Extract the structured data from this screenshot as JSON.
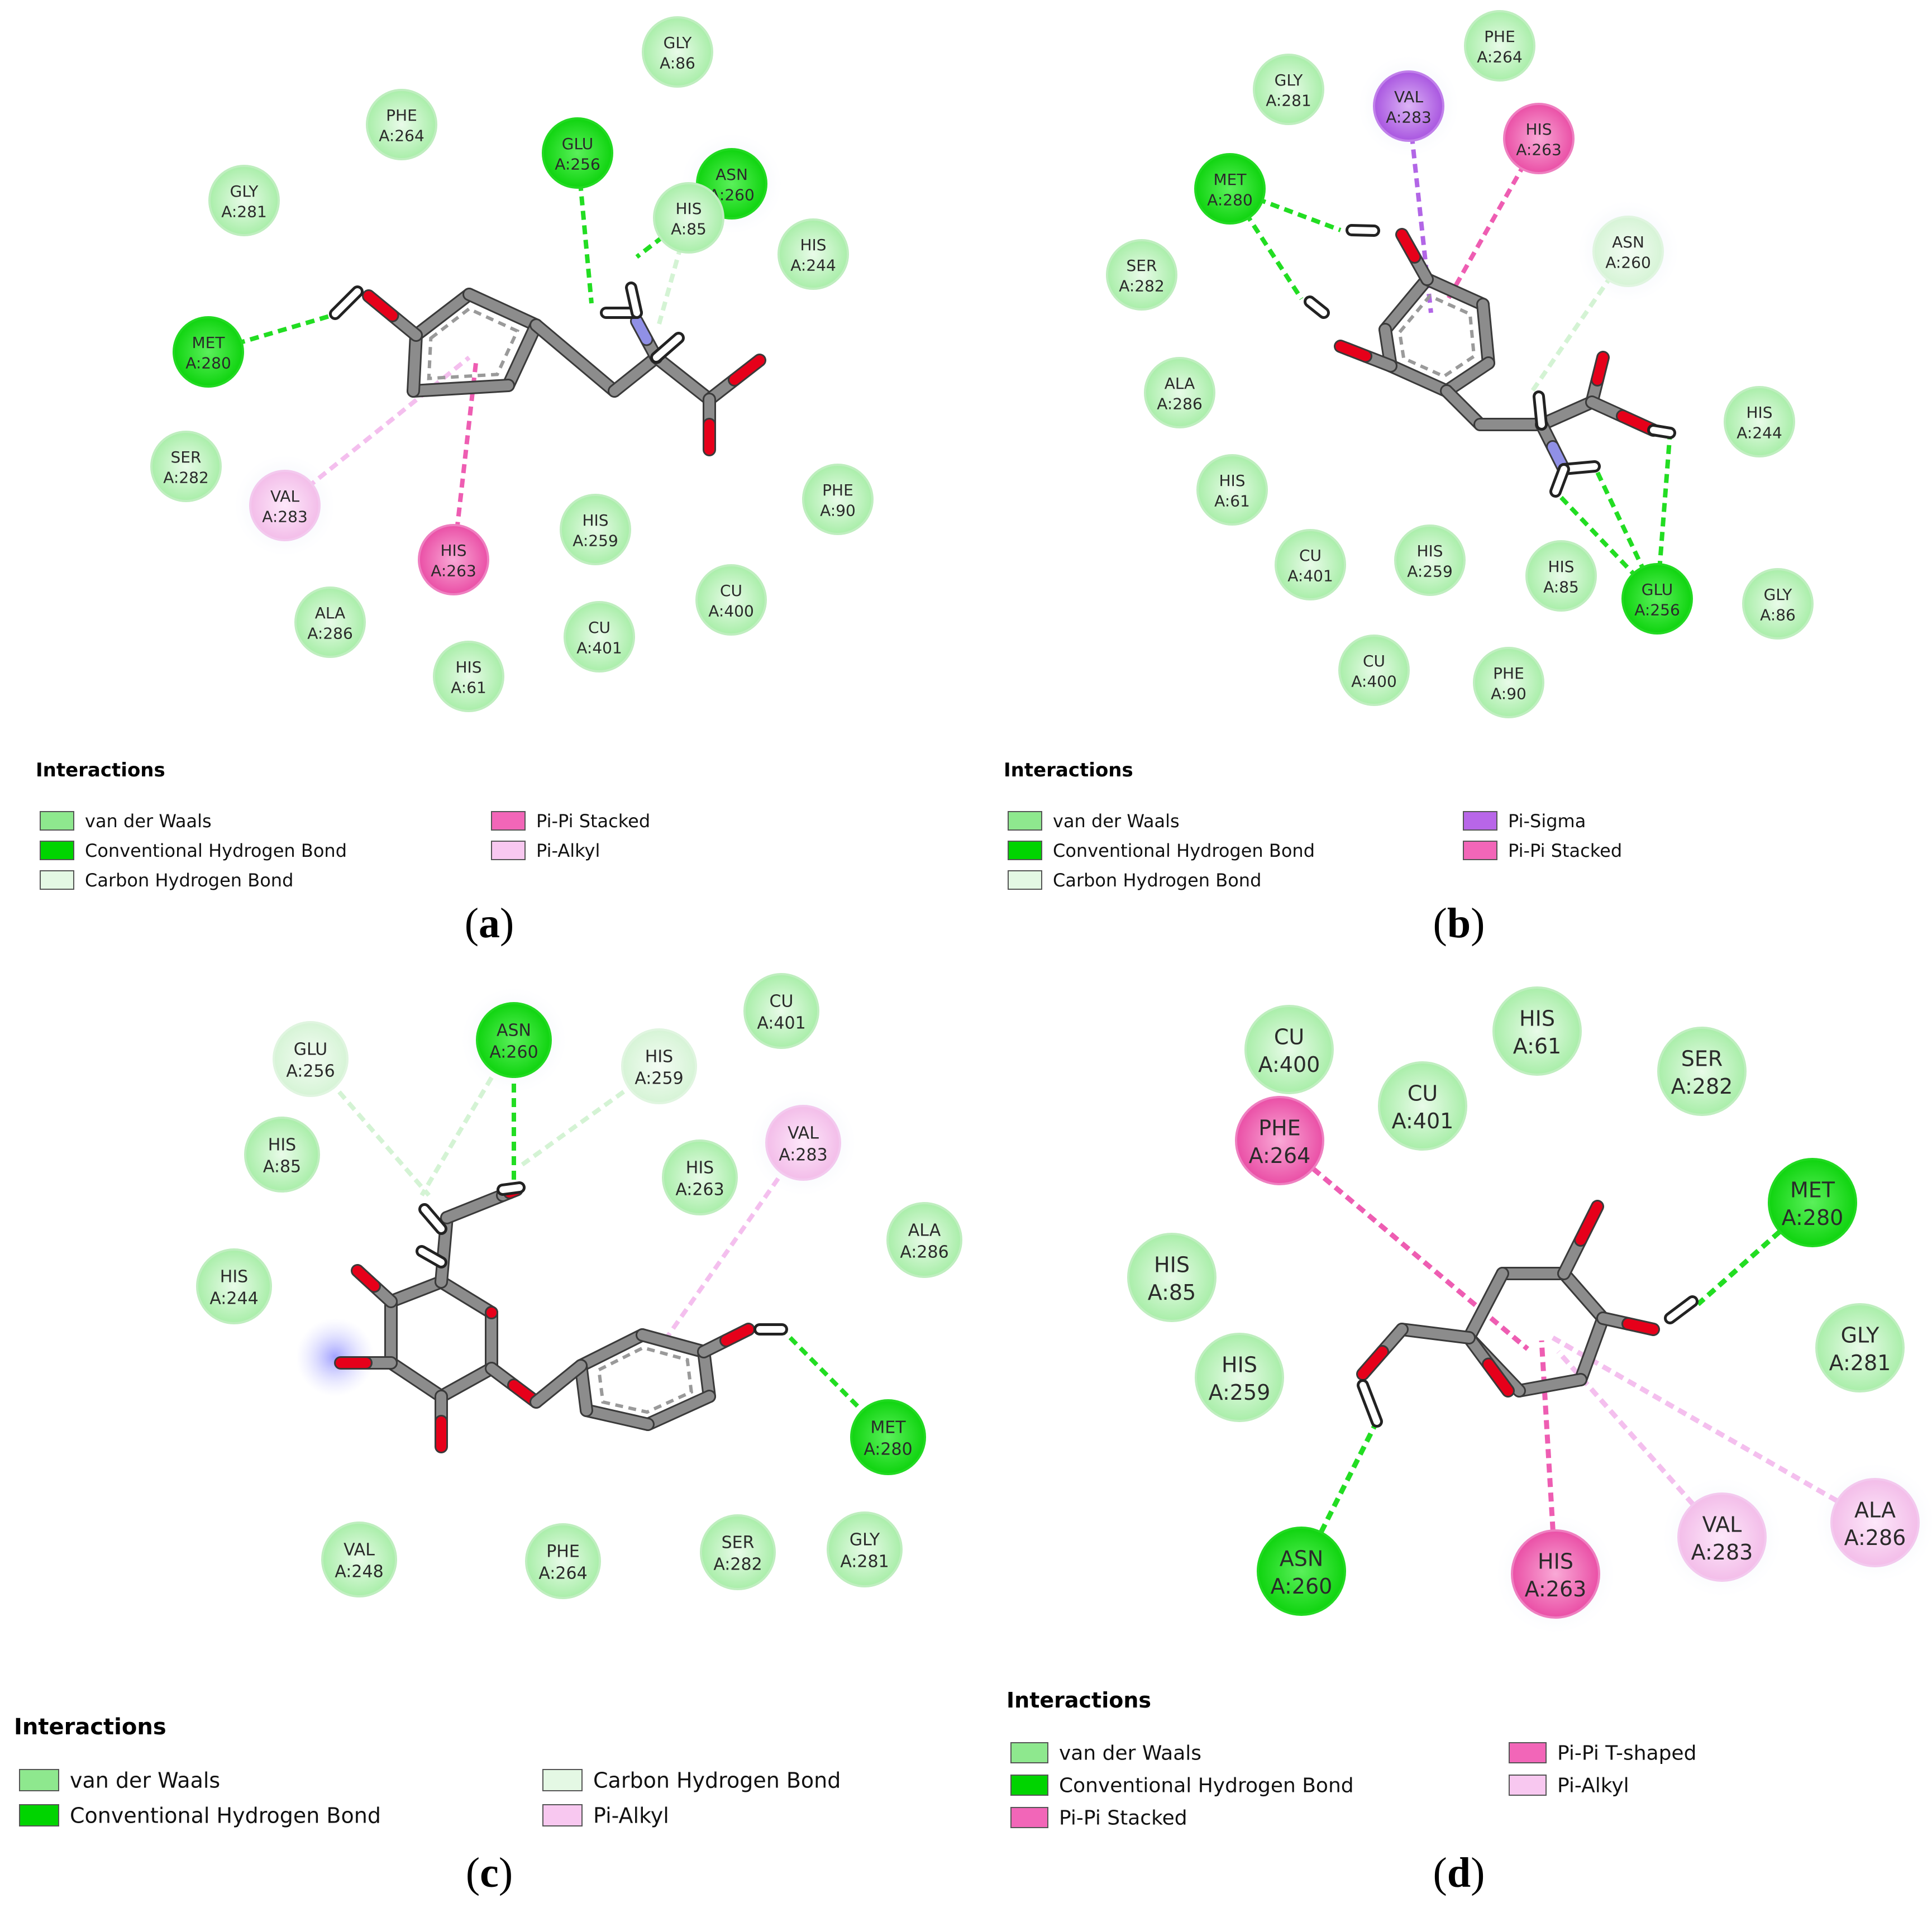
{
  "colors": {
    "vdw_fill": "#ccf5cc",
    "vdw_core": "#8ee88e",
    "vdw_stroke": "#b6eab6",
    "hbond_fill": "#33e633",
    "hbond_core": "#00d400",
    "chbond_fill": "#e4f8e4",
    "pi_pi_stacked": "#f266b8",
    "pi_pi_tshaped": "#f266b8",
    "pi_alkyl": "#f8c8f0",
    "pi_sigma": "#b866e8",
    "bond_gray": "#8a8a8a",
    "oxygen": "#e6001a",
    "nitrogen": "#9090e6"
  },
  "panels": [
    {
      "label": "a",
      "legend_title": "Interactions",
      "legend": [
        {
          "label": "van der Waals",
          "type": "vdw"
        },
        {
          "label": "Conventional Hydrogen Bond",
          "type": "hbond"
        },
        {
          "label": "Carbon Hydrogen Bond",
          "type": "chbond"
        },
        {
          "label": "Pi-Pi Stacked",
          "type": "pi_pi_stacked"
        },
        {
          "label": "Pi-Alkyl",
          "type": "pi_alkyl"
        }
      ],
      "residues": [
        {
          "name": "GLY",
          "id": "A:86",
          "type": "vdw"
        },
        {
          "name": "PHE",
          "id": "A:264",
          "type": "vdw"
        },
        {
          "name": "GLU",
          "id": "A:256",
          "type": "hbond"
        },
        {
          "name": "ASN",
          "id": "A:260",
          "type": "hbond"
        },
        {
          "name": "HIS",
          "id": "A:85",
          "type": "vdw"
        },
        {
          "name": "GLY",
          "id": "A:281",
          "type": "vdw"
        },
        {
          "name": "HIS",
          "id": "A:244",
          "type": "vdw"
        },
        {
          "name": "MET",
          "id": "A:280",
          "type": "hbond"
        },
        {
          "name": "SER",
          "id": "A:282",
          "type": "vdw"
        },
        {
          "name": "VAL",
          "id": "A:283",
          "type": "pi_alkyl"
        },
        {
          "name": "HIS",
          "id": "A:263",
          "type": "pi_pi_stacked"
        },
        {
          "name": "HIS",
          "id": "A:259",
          "type": "vdw"
        },
        {
          "name": "PHE",
          "id": "A:90",
          "type": "vdw"
        },
        {
          "name": "CU",
          "id": "A:400",
          "type": "vdw"
        },
        {
          "name": "ALA",
          "id": "A:286",
          "type": "vdw"
        },
        {
          "name": "CU",
          "id": "A:401",
          "type": "vdw"
        },
        {
          "name": "HIS",
          "id": "A:61",
          "type": "vdw"
        }
      ]
    },
    {
      "label": "b",
      "legend_title": "Interactions",
      "legend": [
        {
          "label": "van der Waals",
          "type": "vdw"
        },
        {
          "label": "Conventional Hydrogen Bond",
          "type": "hbond"
        },
        {
          "label": "Carbon Hydrogen Bond",
          "type": "chbond"
        },
        {
          "label": "Pi-Sigma",
          "type": "pi_sigma"
        },
        {
          "label": "Pi-Pi Stacked",
          "type": "pi_pi_stacked"
        }
      ],
      "residues": [
        {
          "name": "GLY",
          "id": "A:281",
          "type": "vdw"
        },
        {
          "name": "VAL",
          "id": "A:283",
          "type": "pi_sigma"
        },
        {
          "name": "PHE",
          "id": "A:264",
          "type": "vdw"
        },
        {
          "name": "HIS",
          "id": "A:263",
          "type": "pi_pi_stacked"
        },
        {
          "name": "MET",
          "id": "A:280",
          "type": "hbond"
        },
        {
          "name": "ASN",
          "id": "A:260",
          "type": "chbond"
        },
        {
          "name": "SER",
          "id": "A:282",
          "type": "vdw"
        },
        {
          "name": "ALA",
          "id": "A:286",
          "type": "vdw"
        },
        {
          "name": "HIS",
          "id": "A:244",
          "type": "vdw"
        },
        {
          "name": "HIS",
          "id": "A:61",
          "type": "vdw"
        },
        {
          "name": "CU",
          "id": "A:401",
          "type": "vdw"
        },
        {
          "name": "HIS",
          "id": "A:259",
          "type": "vdw"
        },
        {
          "name": "HIS",
          "id": "A:85",
          "type": "vdw"
        },
        {
          "name": "GLU",
          "id": "A:256",
          "type": "hbond"
        },
        {
          "name": "GLY",
          "id": "A:86",
          "type": "vdw"
        },
        {
          "name": "CU",
          "id": "A:400",
          "type": "vdw"
        },
        {
          "name": "PHE",
          "id": "A:90",
          "type": "vdw"
        }
      ]
    },
    {
      "label": "c",
      "legend_title": "Interactions",
      "legend": [
        {
          "label": "van der Waals",
          "type": "vdw"
        },
        {
          "label": "Conventional Hydrogen Bond",
          "type": "hbond"
        },
        {
          "label": "Carbon Hydrogen Bond",
          "type": "chbond"
        },
        {
          "label": "Pi-Alkyl",
          "type": "pi_alkyl"
        }
      ],
      "residues": [
        {
          "name": "GLU",
          "id": "A:256",
          "type": "chbond"
        },
        {
          "name": "ASN",
          "id": "A:260",
          "type": "hbond"
        },
        {
          "name": "CU",
          "id": "A:401",
          "type": "vdw"
        },
        {
          "name": "HIS",
          "id": "A:259",
          "type": "chbond"
        },
        {
          "name": "HIS",
          "id": "A:85",
          "type": "vdw"
        },
        {
          "name": "VAL",
          "id": "A:283",
          "type": "pi_alkyl"
        },
        {
          "name": "HIS",
          "id": "A:263",
          "type": "vdw"
        },
        {
          "name": "ALA",
          "id": "A:286",
          "type": "vdw"
        },
        {
          "name": "HIS",
          "id": "A:244",
          "type": "vdw"
        },
        {
          "name": "MET",
          "id": "A:280",
          "type": "hbond"
        },
        {
          "name": "VAL",
          "id": "A:248",
          "type": "vdw"
        },
        {
          "name": "PHE",
          "id": "A:264",
          "type": "vdw"
        },
        {
          "name": "SER",
          "id": "A:282",
          "type": "vdw"
        },
        {
          "name": "GLY",
          "id": "A:281",
          "type": "vdw"
        }
      ]
    },
    {
      "label": "d",
      "legend_title": "Interactions",
      "legend": [
        {
          "label": "van der Waals",
          "type": "vdw"
        },
        {
          "label": "Conventional Hydrogen Bond",
          "type": "hbond"
        },
        {
          "label": "Pi-Pi Stacked",
          "type": "pi_pi_stacked"
        },
        {
          "label": "Pi-Pi T-shaped",
          "type": "pi_pi_tshaped"
        },
        {
          "label": "Pi-Alkyl",
          "type": "pi_alkyl"
        }
      ],
      "residues": [
        {
          "name": "CU",
          "id": "A:400",
          "type": "vdw"
        },
        {
          "name": "HIS",
          "id": "A:61",
          "type": "vdw"
        },
        {
          "name": "SER",
          "id": "A:282",
          "type": "vdw"
        },
        {
          "name": "CU",
          "id": "A:401",
          "type": "vdw"
        },
        {
          "name": "PHE",
          "id": "A:264",
          "type": "pi_pi_tshaped"
        },
        {
          "name": "MET",
          "id": "A:280",
          "type": "hbond"
        },
        {
          "name": "HIS",
          "id": "A:85",
          "type": "vdw"
        },
        {
          "name": "GLY",
          "id": "A:281",
          "type": "vdw"
        },
        {
          "name": "HIS",
          "id": "A:259",
          "type": "vdw"
        },
        {
          "name": "ALA",
          "id": "A:286",
          "type": "pi_alkyl"
        },
        {
          "name": "VAL",
          "id": "A:283",
          "type": "pi_alkyl"
        },
        {
          "name": "ASN",
          "id": "A:260",
          "type": "hbond"
        },
        {
          "name": "HIS",
          "id": "A:263",
          "type": "pi_pi_stacked"
        }
      ]
    }
  ]
}
